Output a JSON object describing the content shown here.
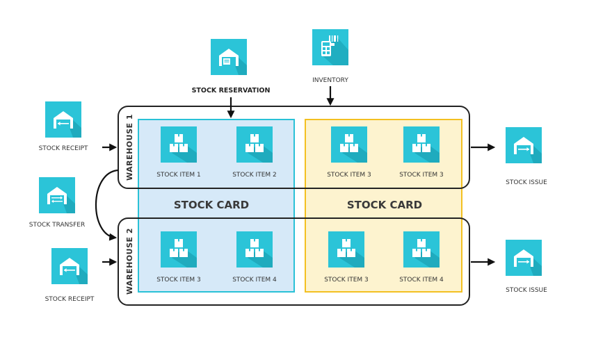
{
  "colors": {
    "tile": "#2bc4d8",
    "tile_shadow": "#1597aa",
    "card_blue_fill": "#d6e9f8",
    "card_blue_border": "#29c1d6",
    "card_yellow_fill": "#fdf3cf",
    "card_yellow_border": "#f3c021",
    "warehouse_border": "#222222"
  },
  "top": {
    "stock_reservation": {
      "label": "STOCK RESERVATION",
      "icon": "warehouse-icon"
    },
    "inventory": {
      "label": "INVENTORY",
      "icon": "inventory-scanner-icon"
    }
  },
  "left": {
    "receipt_1": {
      "label": "STOCK RECEIPT",
      "icon": "warehouse-inbound-icon"
    },
    "transfer": {
      "label": "STOCK TRANSFER",
      "icon": "warehouse-transfer-icon"
    },
    "receipt_2": {
      "label": "STOCK RECEIPT",
      "icon": "warehouse-inbound-icon"
    }
  },
  "right": {
    "issue_1": {
      "label": "STOCK ISSUE",
      "icon": "warehouse-outbound-icon"
    },
    "issue_2": {
      "label": "STOCK ISSUE",
      "icon": "warehouse-outbound-icon"
    }
  },
  "warehouses": [
    {
      "label": "WAREHOUSE 1"
    },
    {
      "label": "WAREHOUSE 2"
    }
  ],
  "cards": [
    {
      "label": "STOCK CARD"
    },
    {
      "label": "STOCK CARD"
    }
  ],
  "items": {
    "w1_blue_1": {
      "label": "STOCK ITEM 1",
      "icon": "boxes-icon"
    },
    "w1_blue_2": {
      "label": "STOCK ITEM 2",
      "icon": "boxes-icon"
    },
    "w1_yellow_1": {
      "label": "STOCK ITEM 3",
      "icon": "boxes-icon"
    },
    "w1_yellow_2": {
      "label": "STOCK ITEM 3",
      "icon": "boxes-icon"
    },
    "w2_blue_1": {
      "label": "STOCK ITEM 3",
      "icon": "boxes-icon"
    },
    "w2_blue_2": {
      "label": "STOCK ITEM 4",
      "icon": "boxes-icon"
    },
    "w2_yellow_1": {
      "label": "STOCK ITEM 3",
      "icon": "boxes-icon"
    },
    "w2_yellow_2": {
      "label": "STOCK ITEM 4",
      "icon": "boxes-icon"
    }
  }
}
